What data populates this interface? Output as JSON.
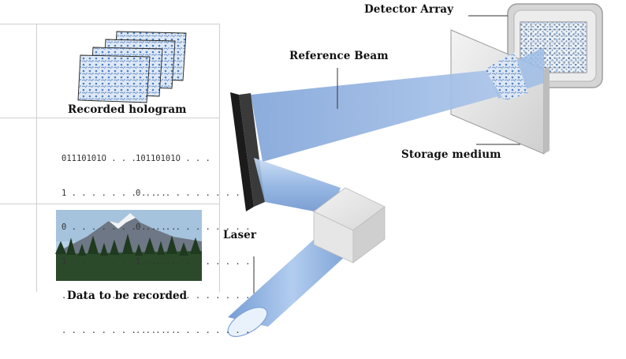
{
  "labels": {
    "detector_array": "Detector Array",
    "reference_beam": "Reference Beam",
    "recorded_hologram": "Recorded hologram",
    "storage_medium": "Storage medium",
    "laser": "Laser",
    "data_to_be_recorded": "Data to be recorded"
  },
  "binary_columns": [
    [
      "01110101O . . .",
      "1 . . . . . . . . . .",
      "0 . . . . . . . . . . .",
      "1 . . . . . . . . . . .",
      ". . . . . . . . . . . .",
      ". . . . . . . . . . . ."
    ],
    [
      "10110101O . . .",
      "0 . . . . . . . . . .",
      "0 . . . . . . . . . . .",
      "1 . . . . . . . . . . .",
      ". . . . . . . . . . . .",
      ". . . . . . . . . . . ."
    ]
  ],
  "colors": {
    "beam": "#8fb2df",
    "beam_dark": "#5d86c4",
    "beam_light": "#d4e3f5",
    "divider": "#cfcfcf"
  }
}
